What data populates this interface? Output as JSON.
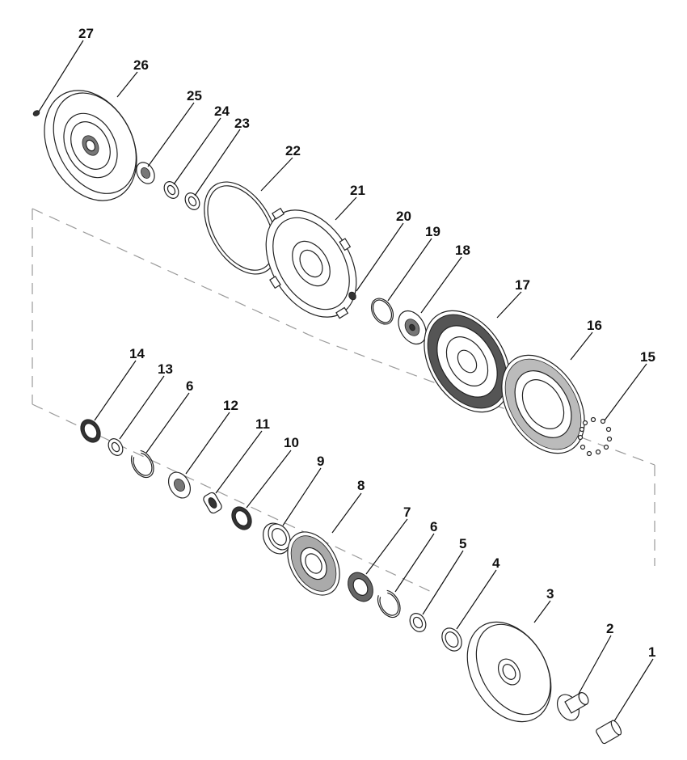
{
  "diagram": {
    "callouts": [
      "27",
      "26",
      "25",
      "24",
      "23",
      "22",
      "21",
      "20",
      "19",
      "18",
      "17",
      "16",
      "15",
      "14",
      "13",
      "6",
      "12",
      "11",
      "10",
      "9",
      "8",
      "7",
      "6",
      "5",
      "4",
      "3",
      "2",
      "1"
    ]
  }
}
